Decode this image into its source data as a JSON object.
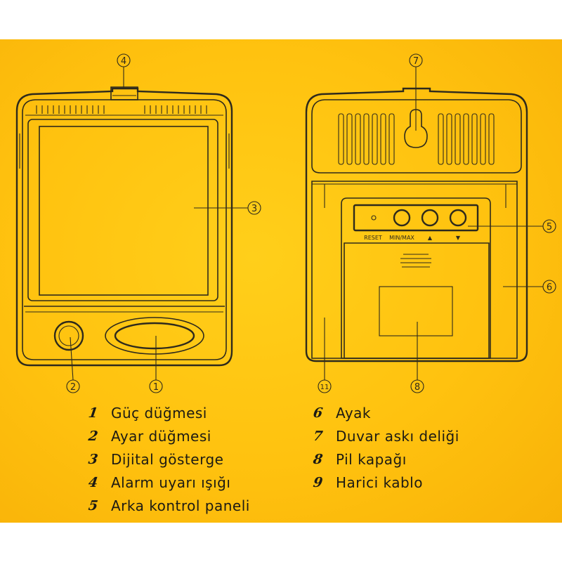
{
  "callouts": {
    "c1": "1",
    "c2": "2",
    "c3": "3",
    "c4": "4",
    "c5": "5",
    "c6": "6",
    "c7": "7",
    "c8": "8",
    "c11": "11"
  },
  "back_panel": {
    "reset": "RESET",
    "minmax": "MIN/MAX",
    "up": "▲",
    "down": "▼"
  },
  "legend": {
    "left": [
      {
        "num": "1",
        "label": "Güç düğmesi"
      },
      {
        "num": "2",
        "label": "Ayar düğmesi"
      },
      {
        "num": "3",
        "label": "Dijital gösterge"
      },
      {
        "num": "4",
        "label": "Alarm uyarı ışığı"
      },
      {
        "num": "5",
        "label": "Arka kontrol paneli"
      }
    ],
    "right": [
      {
        "num": "6",
        "label": "Ayak"
      },
      {
        "num": "7",
        "label": "Duvar askı deliği"
      },
      {
        "num": "8",
        "label": "Pil kapağı"
      },
      {
        "num": "9",
        "label": "Harici kablo"
      }
    ]
  }
}
